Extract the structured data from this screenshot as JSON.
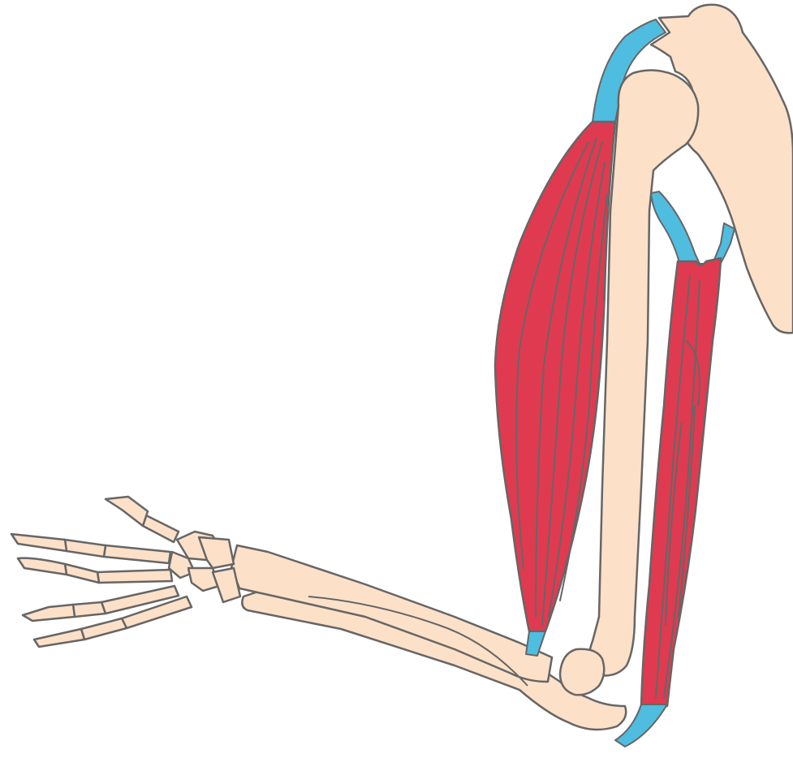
{
  "diagram": {
    "subject": "arm-skeleton-with-flexor-and-extensor-muscles",
    "colors": {
      "bone": "#fde0c8",
      "muscle": "#e03a50",
      "tendon": "#4fbde0",
      "outline": "#666666",
      "background": "#ffffff"
    },
    "parts": [
      {
        "name": "scapula",
        "kind": "bone"
      },
      {
        "name": "humerus",
        "kind": "bone"
      },
      {
        "name": "radius",
        "kind": "bone"
      },
      {
        "name": "ulna",
        "kind": "bone"
      },
      {
        "name": "carpals",
        "kind": "bone"
      },
      {
        "name": "metacarpals",
        "kind": "bone"
      },
      {
        "name": "phalanges",
        "kind": "bone"
      },
      {
        "name": "biceps",
        "kind": "muscle"
      },
      {
        "name": "triceps",
        "kind": "muscle"
      },
      {
        "name": "biceps-upper-tendon",
        "kind": "tendon"
      },
      {
        "name": "biceps-lower-tendon",
        "kind": "tendon"
      },
      {
        "name": "triceps-upper-tendon",
        "kind": "tendon"
      },
      {
        "name": "triceps-lower-tendon",
        "kind": "tendon"
      }
    ]
  }
}
